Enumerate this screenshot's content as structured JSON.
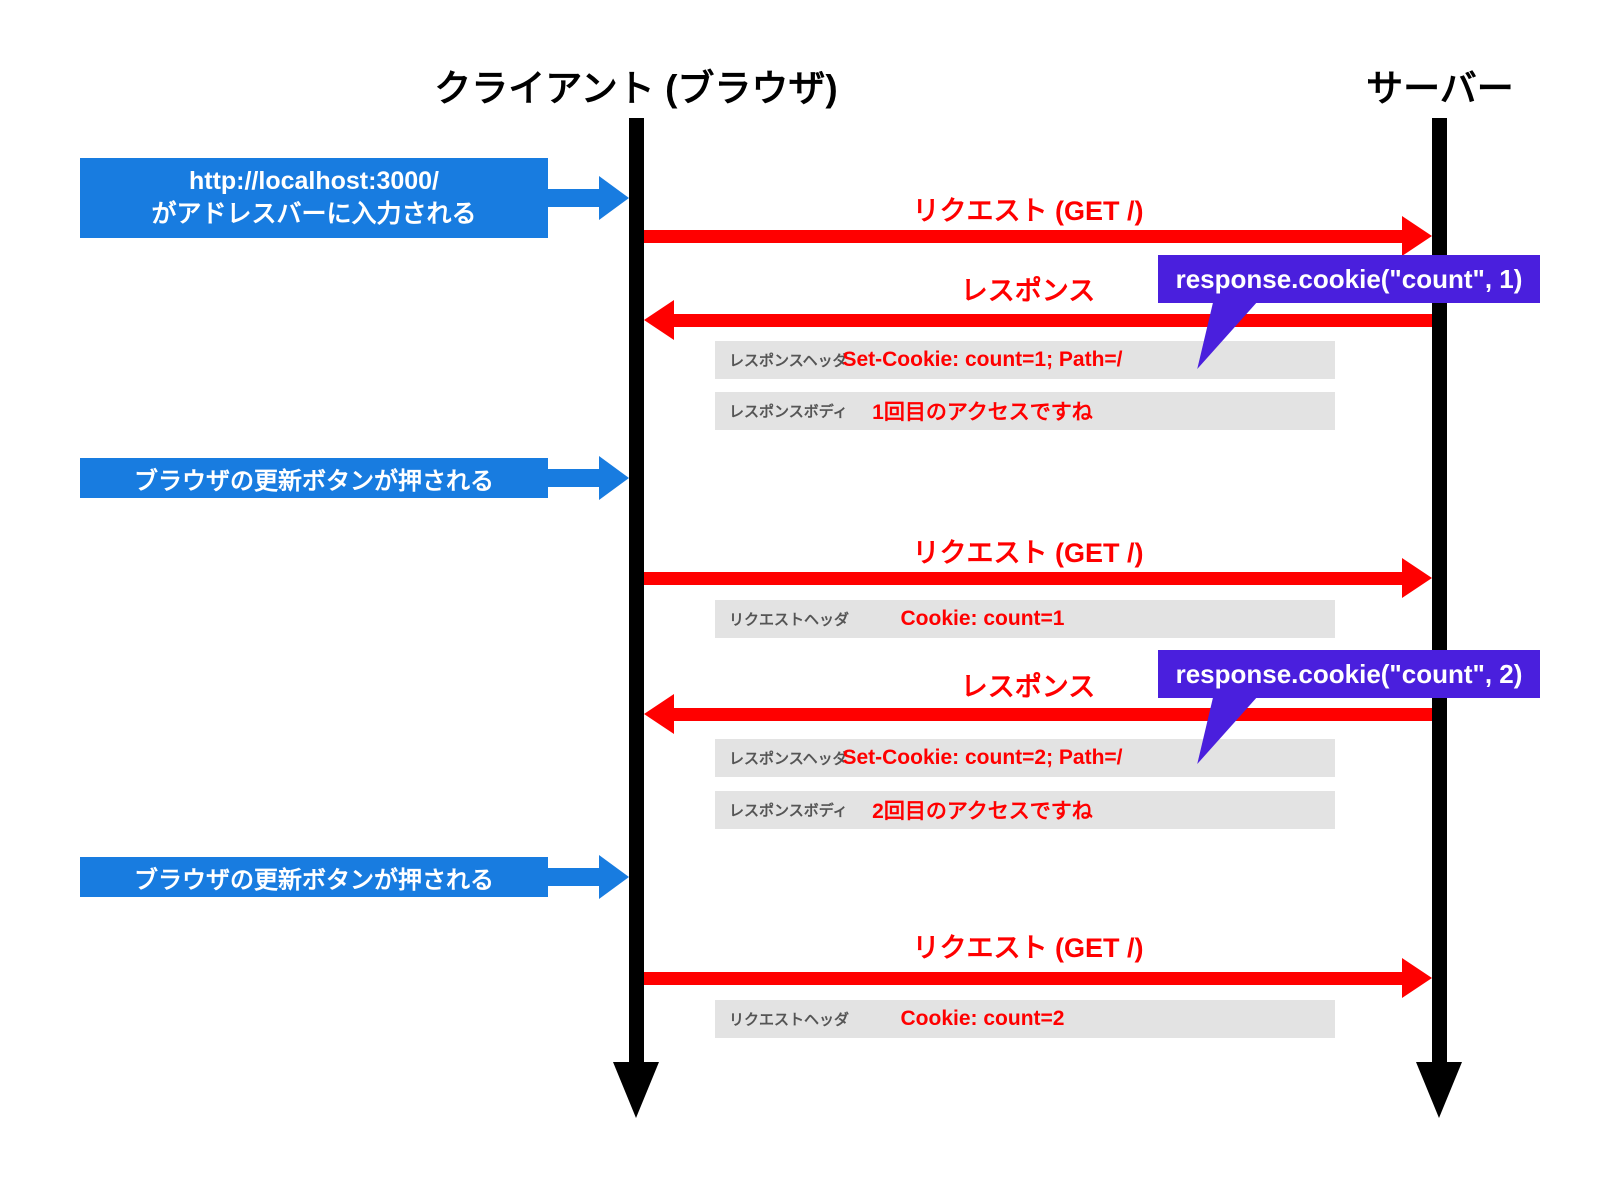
{
  "diagram_title": "cookie sequence diagram",
  "colors": {
    "event_box_blue": "#187ce0",
    "message_red": "#ff0000",
    "callout_purple": "#4a1fdd",
    "detail_row_bg": "#e3e3e3",
    "detail_row_label": "#555555",
    "lifeline_black": "#000000"
  },
  "actors": {
    "client": "クライアント (ブラウザ)",
    "server": "サーバー"
  },
  "client_events": [
    {
      "line1": "http://localhost:3000/",
      "line2": "がアドレスバーに入力される"
    },
    {
      "line1": "ブラウザの更新ボタンが押される"
    },
    {
      "line1": "ブラウザの更新ボタンが押される"
    }
  ],
  "messages": [
    {
      "label": "リクエスト (GET /)",
      "direction": "right"
    },
    {
      "label": "レスポンス",
      "direction": "left"
    },
    {
      "label": "リクエスト (GET /)",
      "direction": "right"
    },
    {
      "label": "レスポンス",
      "direction": "left"
    },
    {
      "label": "リクエスト (GET /)",
      "direction": "right"
    }
  ],
  "callouts": [
    {
      "code": "response.cookie(\"count\", 1)"
    },
    {
      "code": "response.cookie(\"count\", 2)"
    }
  ],
  "detail_rows": [
    {
      "label": "レスポンスヘッダ",
      "value": "Set-Cookie: count=1; Path=/"
    },
    {
      "label": "レスポンスボディ",
      "value": "1回目のアクセスですね"
    },
    {
      "label": "リクエストヘッダ",
      "value": "Cookie: count=1"
    },
    {
      "label": "レスポンスヘッダ",
      "value": "Set-Cookie: count=2; Path=/"
    },
    {
      "label": "レスポンスボディ",
      "value": "2回目のアクセスですね"
    },
    {
      "label": "リクエストヘッダ",
      "value": "Cookie: count=2"
    }
  ]
}
